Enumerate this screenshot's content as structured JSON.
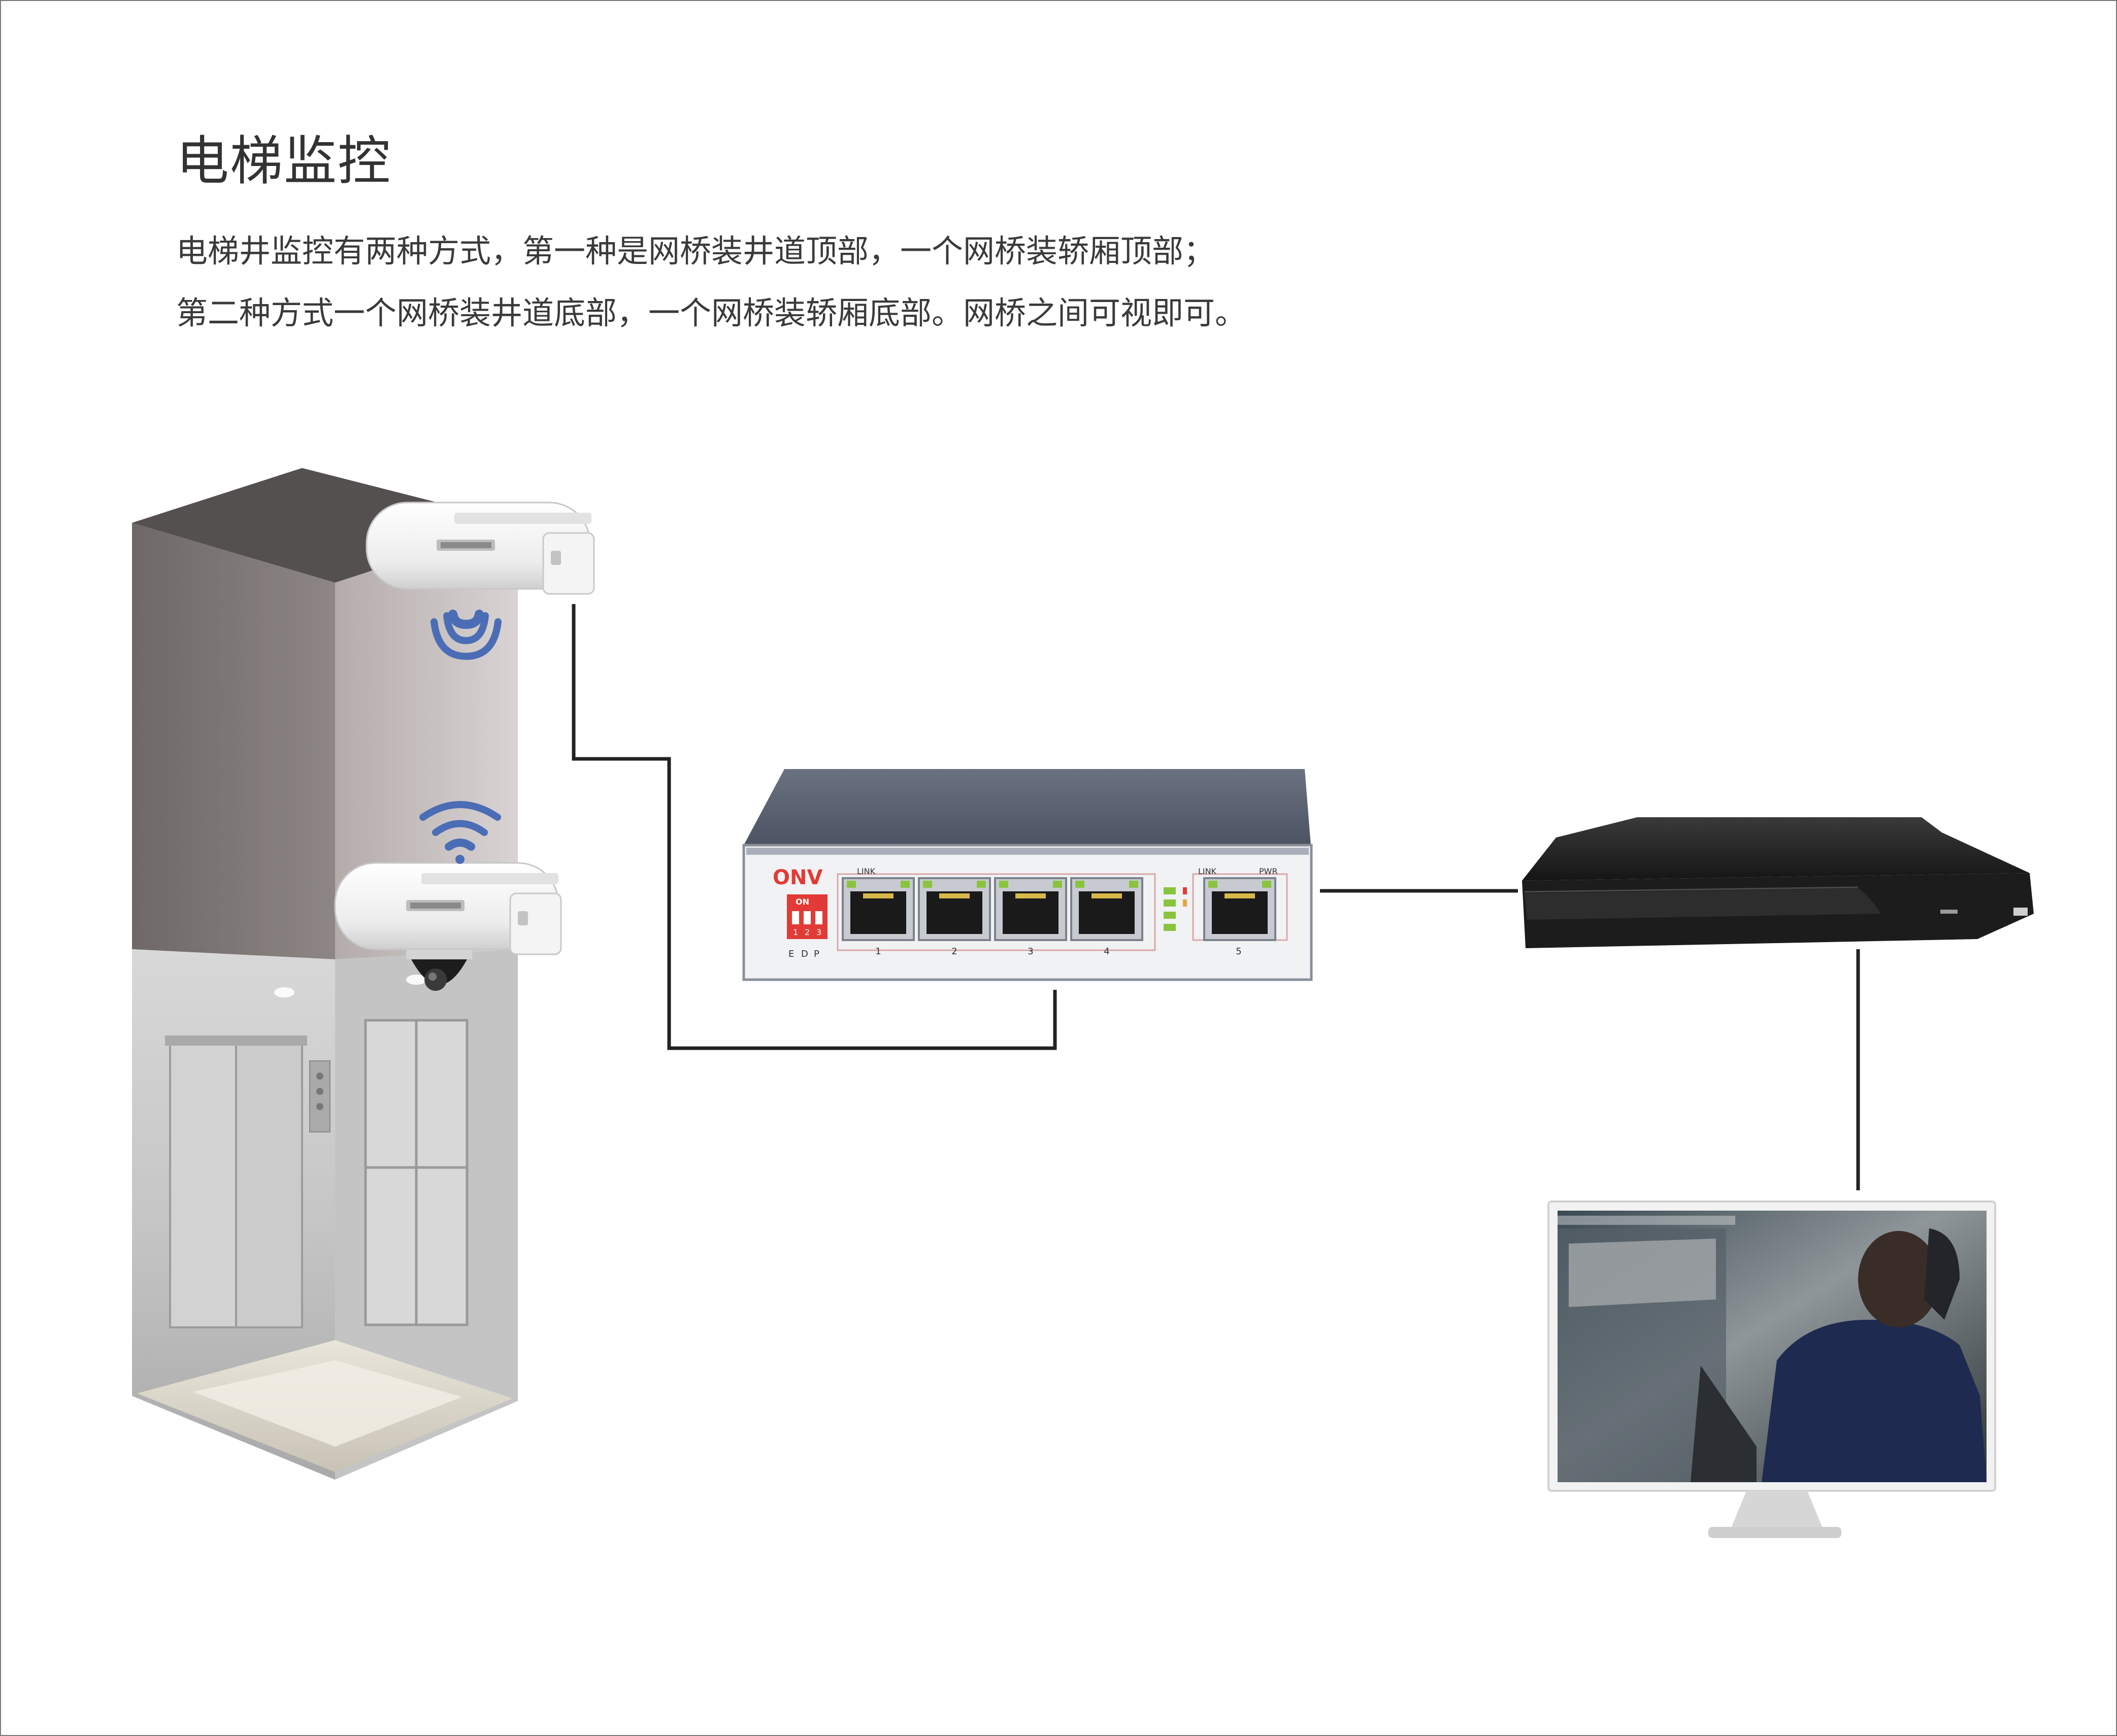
{
  "title": "电梯监控",
  "description": {
    "line1": "电梯井监控有两种方式，第一种是网桥装井道顶部，一个网桥装轿厢顶部；",
    "line2": "第二种方式一个网桥装井道底部，一个网桥装轿厢底部。网桥之间可视即可。"
  },
  "switch": {
    "brand": "ONV",
    "dip_on": "ON",
    "dip_numbers": [
      "1",
      "2",
      "3"
    ],
    "dip_labels": [
      "E",
      "D",
      "P"
    ],
    "link_label": "LINK",
    "uplink_link_label": "LINK",
    "pwr_label": "PWR",
    "port_numbers": [
      "1",
      "2",
      "3",
      "4"
    ],
    "uplink_port_number": "5"
  },
  "colors": {
    "signal": "#4a6db5",
    "cable": "#222222",
    "switch_body": "#5a6272",
    "nvr_body": "#1c1c1c",
    "dip_red": "#e23a36"
  }
}
